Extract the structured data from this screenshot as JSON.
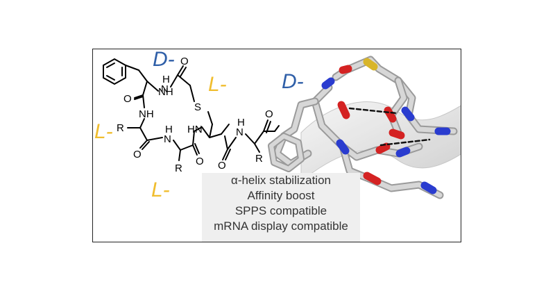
{
  "stereo_labels": {
    "d_top": "D-",
    "l_top": "L-",
    "l_left": "L-",
    "l_bottom": "L-",
    "d_right": "D-"
  },
  "atoms": {
    "nh_top": "NH",
    "h_top": "H",
    "n_top": "N",
    "s_left": "S",
    "o_top": "O",
    "o_left": "O",
    "nh_left": "NH",
    "r_left": "R",
    "o_bottom_left": "O",
    "h_mid": "H",
    "n_mid": "N",
    "r_bottom": "R",
    "o_mid": "O",
    "hn_mid": "HN",
    "o_right_mid": "O",
    "h_right": "H",
    "n_right": "N",
    "o_right_top": "O",
    "r_right": "R"
  },
  "features": [
    "α-helix stabilization",
    "Affinity boost",
    "SPPS compatible",
    "mRNA display compatible"
  ],
  "colors": {
    "d_label": "#2f5fa8",
    "l_label": "#f0bd2e",
    "carbon": "#c8c8c8",
    "nitrogen": "#2a3ccf",
    "oxygen": "#d42222",
    "sulfur": "#d8b52a",
    "box": "#efefef"
  }
}
